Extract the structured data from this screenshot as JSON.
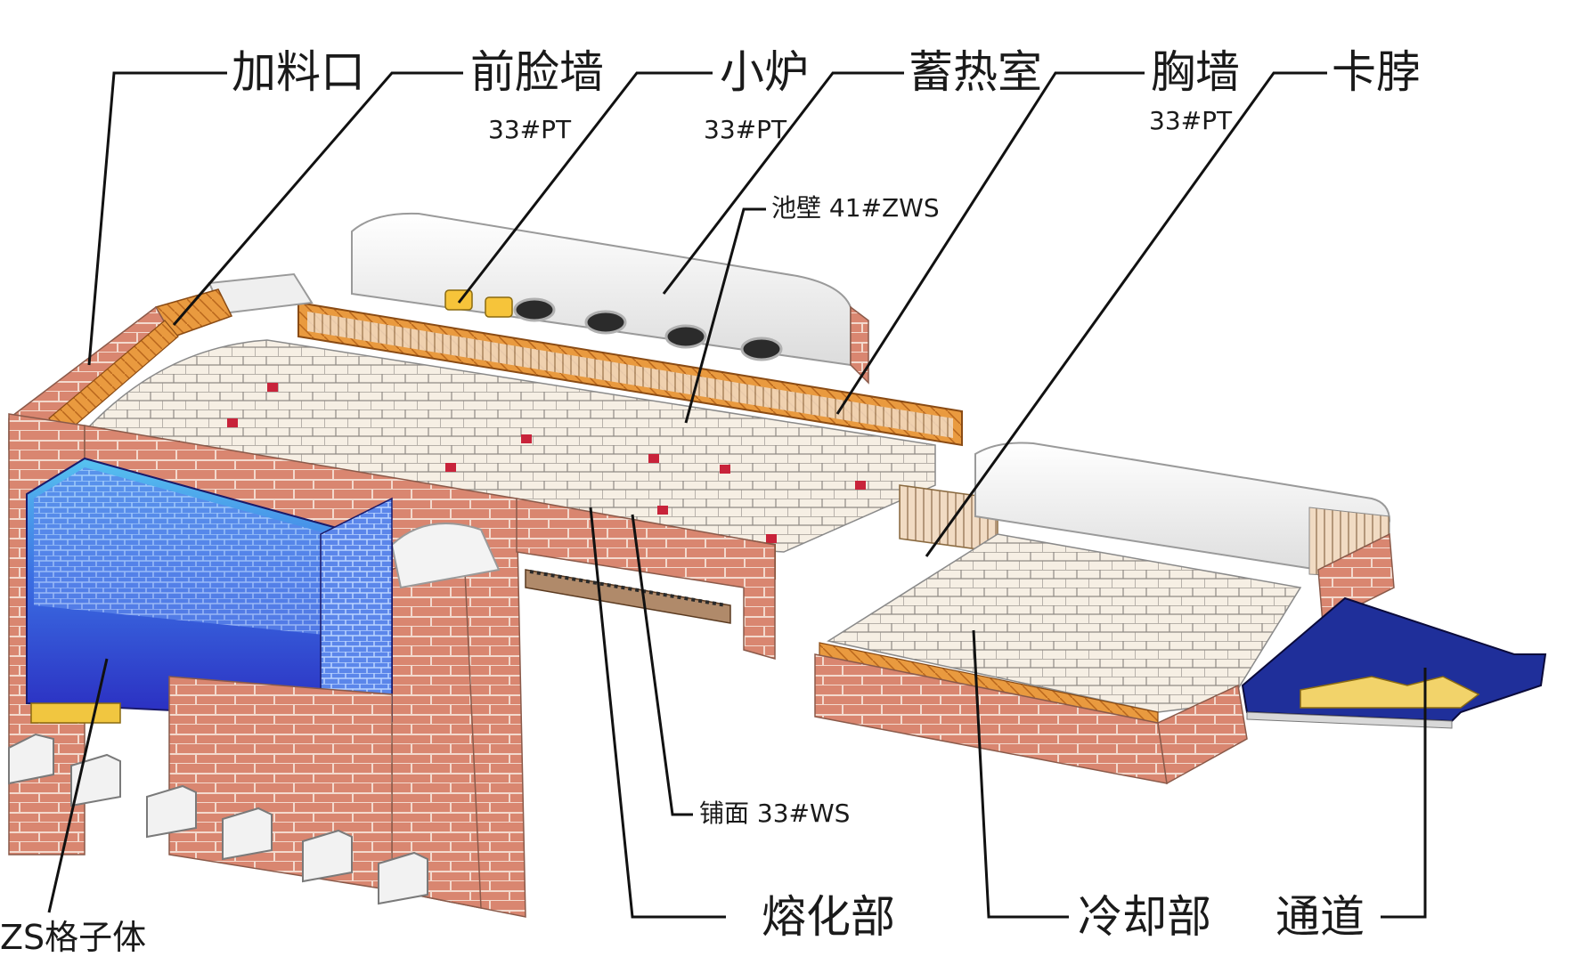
{
  "labels": {
    "charging_port": "加料口",
    "front_wall": "前脸墙",
    "front_wall_material": "33#PT",
    "port": "小炉",
    "port_material": "33#PT",
    "regenerator": "蓄热室",
    "breast_wall": "胸墙",
    "breast_wall_material": "33#PT",
    "neck": "卡脖",
    "side_wall": "池壁 41#ZWS",
    "paving": "铺面 33#WS",
    "melting_end": "熔化部",
    "working_end": "冷却部",
    "forehearth": "通道",
    "checker": "ZS格子体"
  },
  "colors": {
    "brick_red": "#d9826a",
    "refractory_orange": "#e89a3c",
    "paving_cream": "#f4ede2",
    "checker_blue": "#4a78e0",
    "crown_white": "#f2f2f2",
    "forehearth_blue": "#1a2a8a",
    "leader_line": "#111111"
  }
}
